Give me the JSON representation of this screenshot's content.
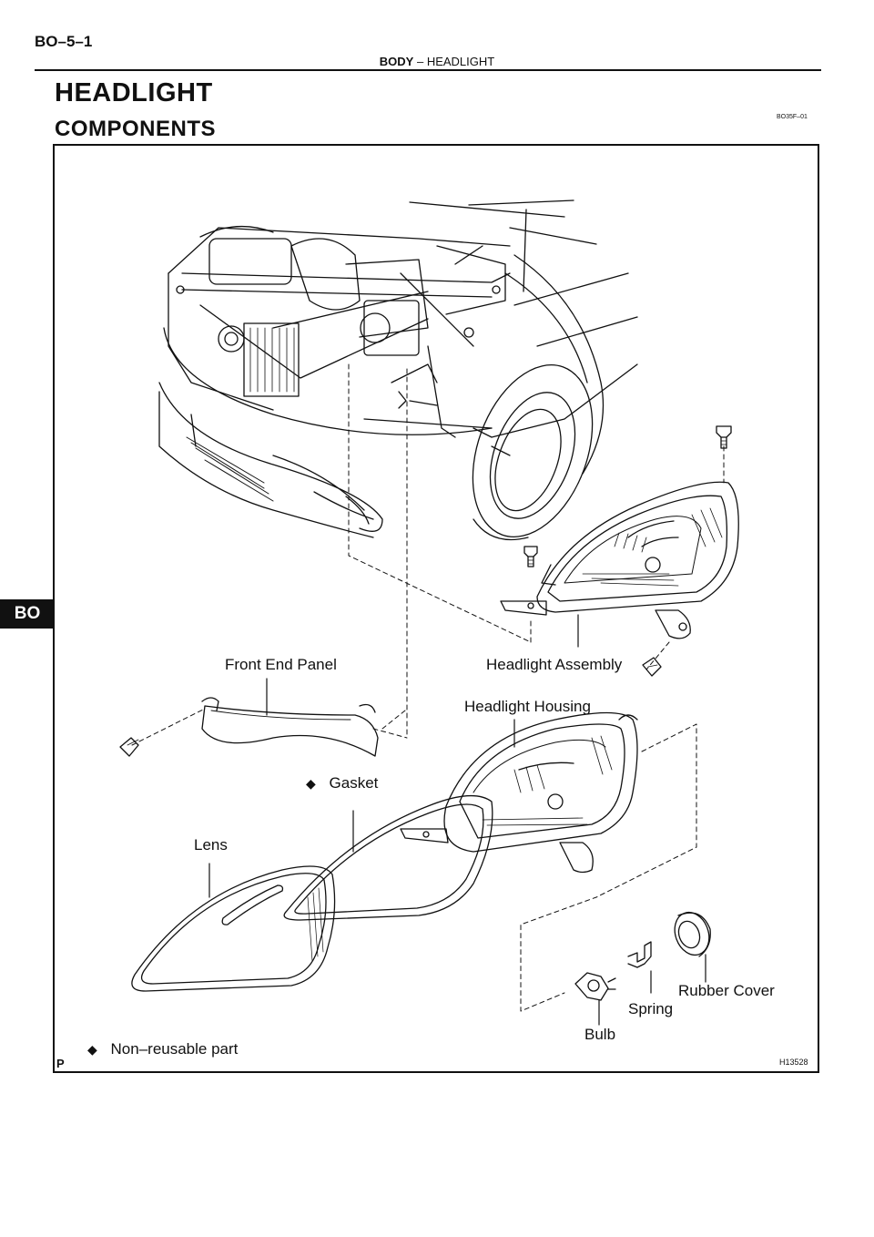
{
  "header": {
    "page_code": "BO–5–1",
    "section": "BODY",
    "separator": "–",
    "topic": "HEADLIGHT"
  },
  "title": "HEADLIGHT",
  "subtitle": "COMPONENTS",
  "ref_code": "BO35F–01",
  "side_tab": "BO",
  "labels": {
    "front_end_panel": "Front End Panel",
    "headlight_assembly": "Headlight Assembly",
    "headlight_housing": "Headlight Housing",
    "gasket": "Gasket",
    "lens": "Lens",
    "rubber_cover": "Rubber Cover",
    "spring": "Spring",
    "bulb": "Bulb"
  },
  "legend": {
    "symbol": "◆",
    "text": "Non–reusable part"
  },
  "figure": {
    "corner_mark": "P",
    "code": "H13528"
  }
}
